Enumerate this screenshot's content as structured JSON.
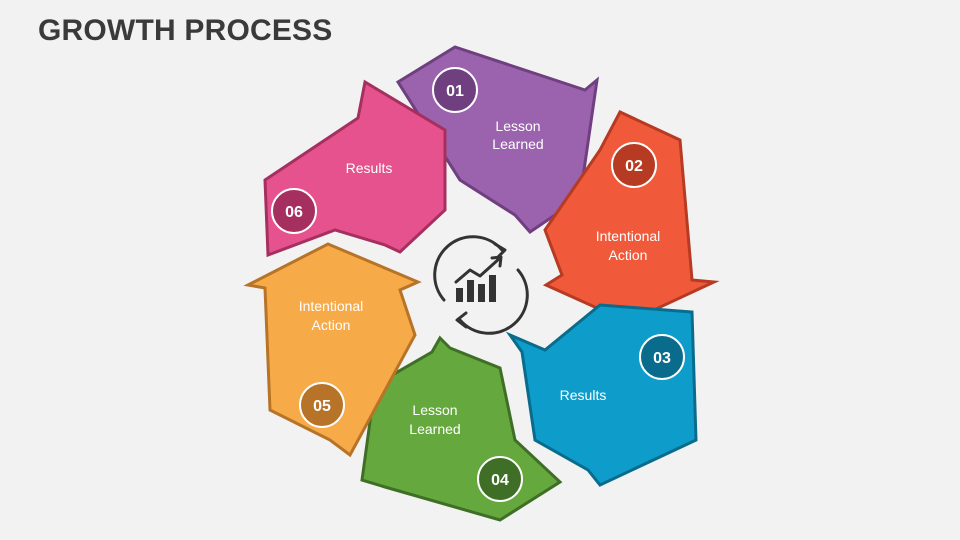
{
  "title": "GROWTH PROCESS",
  "center_icon": "growth-chart-cycle-icon",
  "steps": [
    {
      "number": "01",
      "line1": "Lesson",
      "line2": "Learned",
      "color": "#9b63ad",
      "dark": "#6f3f80"
    },
    {
      "number": "02",
      "line1": "Intentional",
      "line2": "Action",
      "color": "#f05a3a",
      "dark": "#b73a22"
    },
    {
      "number": "03",
      "line1": "Results",
      "line2": "",
      "color": "#0e9ccb",
      "dark": "#0a6c8c"
    },
    {
      "number": "04",
      "line1": "Lesson",
      "line2": "Learned",
      "color": "#65a83e",
      "dark": "#3f6f26"
    },
    {
      "number": "05",
      "line1": "Intentional",
      "line2": "Action",
      "color": "#f7aa48",
      "dark": "#b77428"
    },
    {
      "number": "06",
      "line1": "Results",
      "line2": "",
      "color": "#e6528d",
      "dark": "#a5305f"
    }
  ]
}
